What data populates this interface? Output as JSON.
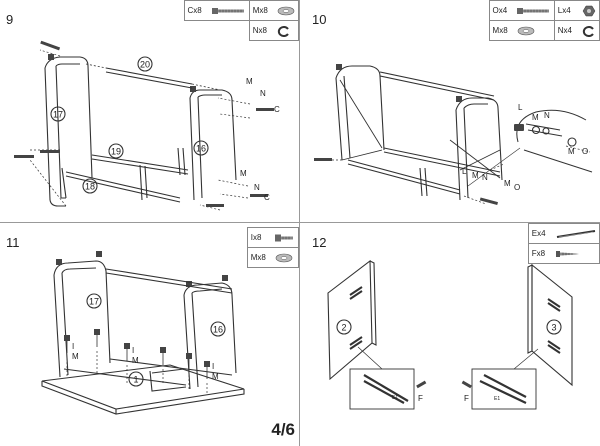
{
  "steps": [
    {
      "number": "9",
      "parts": [
        [
          {
            "label": "Cx8",
            "icon": "bolt-icon"
          },
          {
            "label": "Mx8",
            "icon": "washer-icon"
          }
        ],
        [
          null,
          {
            "label": "Nx8",
            "icon": "spring-washer-icon"
          }
        ]
      ],
      "callouts": {
        "p20": "20",
        "p17": "17",
        "p19": "19",
        "p16": "16",
        "p18": "18",
        "m": "M",
        "n": "N",
        "c": "C"
      }
    },
    {
      "number": "10",
      "parts": [
        [
          {
            "label": "Ox4",
            "icon": "long-bolt-icon"
          },
          {
            "label": "Lx4",
            "icon": "nut-icon"
          }
        ],
        [
          {
            "label": "Mx8",
            "icon": "washer-icon"
          },
          {
            "label": "Nx4",
            "icon": "spring-washer-icon"
          }
        ]
      ],
      "callouts": {
        "l": "L",
        "m": "M",
        "n": "N",
        "o": "O"
      }
    },
    {
      "number": "11",
      "parts": [
        [
          {
            "label": "Ix8",
            "icon": "short-bolt-icon"
          }
        ],
        [
          {
            "label": "Mx8",
            "icon": "washer-icon"
          }
        ]
      ],
      "callouts": {
        "p17": "17",
        "p16": "16",
        "p1": "1",
        "i": "I",
        "m": "M"
      }
    },
    {
      "number": "12",
      "parts": [
        [
          {
            "label": "Ex4",
            "icon": "drawer-rail-icon"
          }
        ],
        [
          {
            "label": "Fx8",
            "icon": "screw-icon"
          }
        ]
      ],
      "callouts": {
        "p2": "2",
        "p3": "3",
        "f": "F",
        "e1": "E1"
      }
    }
  ],
  "page_number": "4/6"
}
